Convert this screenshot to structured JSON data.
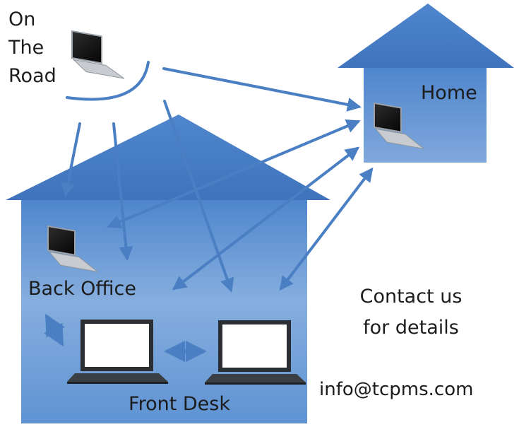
{
  "labels": {
    "road": [
      "On",
      "The",
      "Road"
    ],
    "home": "Home",
    "back_office": "Back Office",
    "front_desk": "Front Desk",
    "contact": [
      "Contact us",
      "for details"
    ],
    "email": "info@tcpms.com"
  },
  "icons": {
    "road_laptop": "laptop-icon",
    "home_laptop": "laptop-icon",
    "back_office_laptop": "laptop-icon",
    "front_desk_laptops": [
      "laptop-icon",
      "laptop-icon"
    ]
  },
  "colors": {
    "house_fill": "#5a8fd0",
    "arrow": "#4a7fc4",
    "text": "#1c1c1c"
  }
}
